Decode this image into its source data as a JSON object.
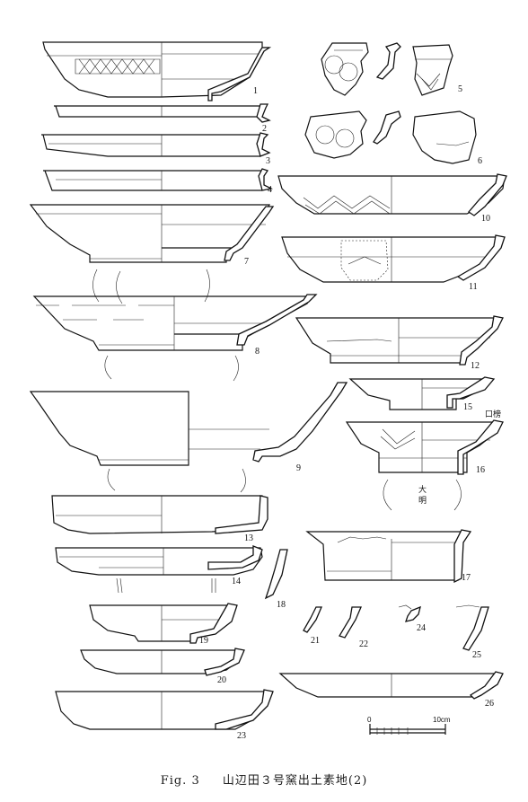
{
  "figure": {
    "label": "Fig. 3",
    "title": "山辺田３号窯出土素地(2)"
  },
  "items": [
    {
      "id": "1",
      "text": "1"
    },
    {
      "id": "2",
      "text": "2"
    },
    {
      "id": "3",
      "text": "3"
    },
    {
      "id": "4",
      "text": "4"
    },
    {
      "id": "5",
      "text": "5"
    },
    {
      "id": "6",
      "text": "6"
    },
    {
      "id": "7",
      "text": "7"
    },
    {
      "id": "8",
      "text": "8"
    },
    {
      "id": "9",
      "text": "9"
    },
    {
      "id": "10",
      "text": "10"
    },
    {
      "id": "11",
      "text": "11"
    },
    {
      "id": "12",
      "text": "12"
    },
    {
      "id": "13",
      "text": "13"
    },
    {
      "id": "14",
      "text": "14"
    },
    {
      "id": "15",
      "text": "15"
    },
    {
      "id": "16",
      "text": "16"
    },
    {
      "id": "17",
      "text": "17"
    },
    {
      "id": "18",
      "text": "18"
    },
    {
      "id": "19",
      "text": "19"
    },
    {
      "id": "20",
      "text": "20"
    },
    {
      "id": "21",
      "text": "21"
    },
    {
      "id": "22",
      "text": "22"
    },
    {
      "id": "23",
      "text": "23"
    },
    {
      "id": "24",
      "text": "24"
    },
    {
      "id": "25",
      "text": "25"
    },
    {
      "id": "26",
      "text": "26"
    }
  ],
  "inscriptions": {
    "item15": "口榜",
    "item16_a": "大",
    "item16_b": "明"
  },
  "scale": {
    "start": "0",
    "end": "10cm"
  }
}
